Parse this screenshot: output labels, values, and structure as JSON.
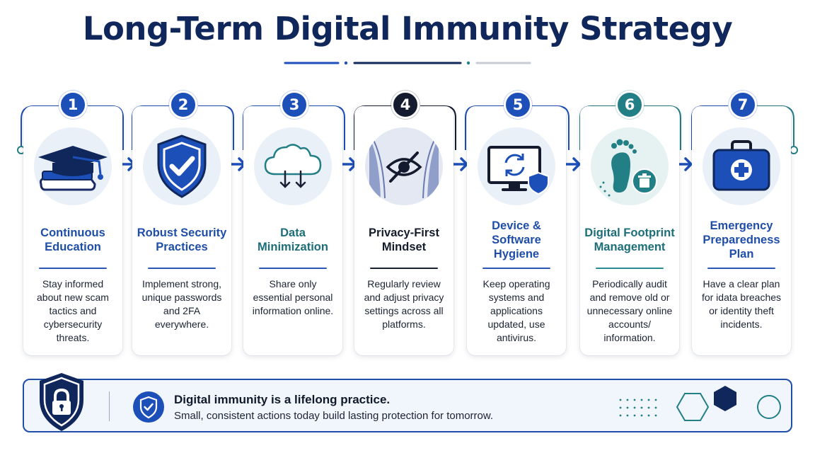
{
  "title": "Long-Term Digital Immunity Strategy",
  "colors": {
    "navy": "#10275c",
    "blue": "#1c4fb8",
    "dark": "#141b2e",
    "teal": "#237f86"
  },
  "steps": [
    {
      "number": "1",
      "heading": "Continuous Education",
      "desc": "Stay informed about new scam tactics and cybersecurity threats.",
      "icon": "graduation-cap-icon"
    },
    {
      "number": "2",
      "heading": "Robust Security Practices",
      "desc": "Implement strong, unique passwords and 2FA everywhere.",
      "icon": "shield-check-icon"
    },
    {
      "number": "3",
      "heading": "Data Minimization",
      "desc": "Share only essential personal information online.",
      "icon": "cloud-download-icon"
    },
    {
      "number": "4",
      "heading": "Privacy-First Mindset",
      "desc": "Regularly review and adjust privacy settings across all platforms.",
      "icon": "eye-slash-icon"
    },
    {
      "number": "5",
      "heading": "Device & Software Hygiene",
      "desc": "Keep operating systems and applications updated, use antivirus.",
      "icon": "monitor-refresh-icon"
    },
    {
      "number": "6",
      "heading": "Digital Footprint Management",
      "desc": "Periodically audit and remove old or unnecessary online accounts/ information.",
      "icon": "footprint-trash-icon"
    },
    {
      "number": "7",
      "heading": "Emergency Preparedness Plan",
      "desc": "Have a clear plan for idata breaches or identity theft incidents.",
      "icon": "first-aid-kit-icon"
    }
  ],
  "footer": {
    "title": "Digital immunity is a lifelong practice.",
    "subtitle": "Small, consistent actions today build lasting protection for tomorrow."
  }
}
